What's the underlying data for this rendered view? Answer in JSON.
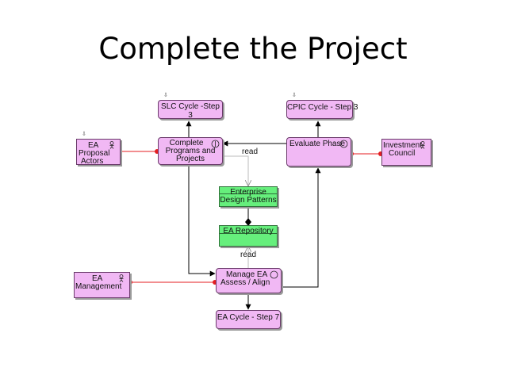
{
  "slide": {
    "title": "Complete the Project"
  },
  "nodes": {
    "slc": {
      "label": "SLC Cycle -Step 3"
    },
    "cpic": {
      "label": "CPIC Cycle - Step 3"
    },
    "ea_proposal": {
      "line1": "EA",
      "line2": "Proposal",
      "line3": "Actors"
    },
    "complete_programs": {
      "line1": "Complete",
      "line2": "Programs and",
      "line3": "Projects"
    },
    "evaluate": {
      "label": "Evaluate Phase"
    },
    "investment": {
      "line1": "Investment",
      "line2": "Council"
    },
    "patterns": {
      "line1": "Enterprise",
      "line2": "Design Patterns"
    },
    "repository": {
      "label": "EA Repository"
    },
    "ea_management": {
      "line1": "EA",
      "line2": "Management"
    },
    "manage_ea": {
      "line1": "Manage EA",
      "line2": "Assess / Align"
    },
    "ea_cycle": {
      "label": "EA Cycle - Step 7"
    }
  },
  "edges": {
    "read_top": "read",
    "read_bottom": "read"
  },
  "colors": {
    "process_fill": "#f1b8f4",
    "data_fill": "#66ef7c",
    "connector_red": "#e41e22",
    "line": "#000000"
  }
}
